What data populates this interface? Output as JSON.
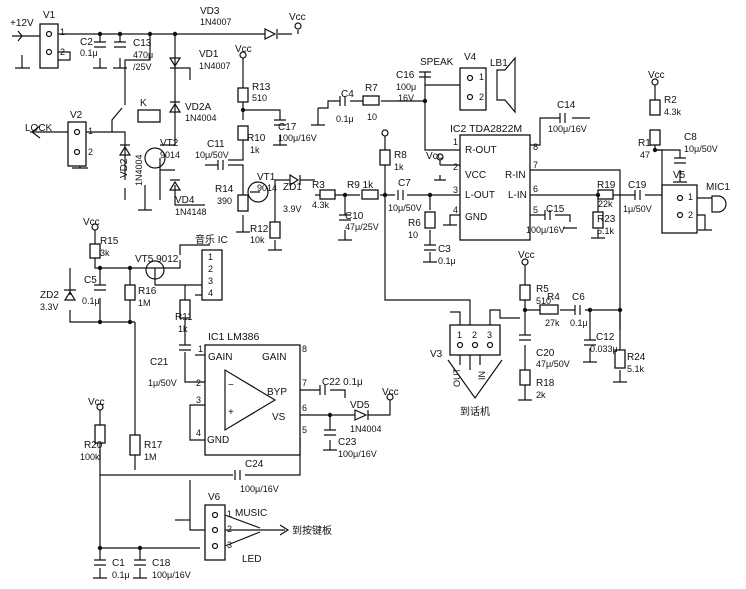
{
  "labels": {
    "plus12v": "+12V",
    "lock": "LOCK",
    "vcc": "Vcc",
    "speak": "SPEAK",
    "music": "MUSIC",
    "led": "LED",
    "to_keyboard": "到按键板",
    "to_handset": "到话机",
    "music_ic": "音乐 IC",
    "out": "OUT",
    "in": "IN",
    "mic": "MIC1",
    "lb": "LB1",
    "relay_k": "K"
  },
  "components": {
    "V1": "V1",
    "V2": "V2",
    "V3": "V3",
    "V4": "V4",
    "V5": "V5",
    "V6": "V6",
    "VD3": "VD3",
    "VD3_val": "1N4007",
    "VD1": "VD1",
    "VD1_val": "1N4007",
    "VD2A": "VD2A",
    "VD2A_val": "1N4004",
    "VD2": "VD2",
    "VD2_val": "1N4004",
    "VD4": "VD4",
    "VD4_val": "1N4148",
    "VD5": "VD5",
    "VD5_val": "1N4004",
    "ZD1": "ZD1",
    "ZD1_val": "3.9V",
    "ZD2": "ZD2",
    "ZD2_val": "3.3V",
    "VT1": "VT1",
    "VT1_val": "9014",
    "VT2": "VT2",
    "VT2_val": "9014",
    "VT5": "VT5 9012",
    "IC1": "IC1 LM386",
    "IC2": "IC2 TDA2822M",
    "C2": "C2",
    "C2_val": "0.1μ",
    "C13": "C13",
    "C13_val": "470μ",
    "C13_val2": "/25V",
    "R13": "R13",
    "R13_val": "510",
    "R10": "R10",
    "R10_val": "1k",
    "C17": "C17",
    "C17_val": "100μ/16V",
    "C11": "C11",
    "C11_val": "10μ/50V",
    "R14": "R14",
    "R14_val": "390",
    "R12": "R12",
    "R12_val": "10k",
    "R3": "R3",
    "R3_val": "4.3k",
    "C10": "C10",
    "C10_val": "47μ/25V",
    "R9": "R9 1k",
    "C7": "C7",
    "C7_val": "10μ/50V",
    "R8": "R8",
    "R8_val": "1k",
    "R6": "R6",
    "R6_val": "10",
    "C3": "C3",
    "C3_val": "0.1μ",
    "C4": "C4",
    "C4_val": "0.1μ",
    "R7": "R7",
    "R7_val": "10",
    "C16": "C16",
    "C16_val": "100μ",
    "C16_val2": "16V",
    "C14": "C14",
    "C14_val": "100μ/16V",
    "C15": "C15",
    "C15_val": "100μ/16V",
    "R19": "R19",
    "R19_val": "22k",
    "R23": "R23",
    "R23_val": "5.1k",
    "C19": "C19",
    "C19_val": "1μ/50V",
    "R2": "R2",
    "R2_val": "4.3k",
    "R1": "R1",
    "R1_val": "47",
    "C8": "C8",
    "C8_val": "10μ/50V",
    "R5": "R5",
    "R5_val": "510",
    "R4": "R4",
    "R4_val": "27k",
    "C6": "C6",
    "C6_val": "0.1μ",
    "C12": "C12",
    "C12_val": "0.033μ",
    "R24": "R24",
    "R24_val": "5.1k",
    "C20": "C20",
    "C20_val": "47μ/50V",
    "R18": "R18",
    "R18_val": "2k",
    "R15": "R15",
    "R15_val": "3k",
    "C5": "C5",
    "C5_val": "0.1μ",
    "R16": "R16",
    "R16_val": "1M",
    "R11": "R11",
    "R11_val": "1k",
    "C21": "C21",
    "C21_val": "1μ/50V",
    "C22": "C22 0.1μ",
    "C23": "C23",
    "C23_val": "100μ/16V",
    "R20": "R20",
    "R20_val": "100k",
    "R17": "R17",
    "R17_val": "1M",
    "C24": "C24",
    "C24_val": "100μ/16V",
    "C1": "C1",
    "C1_val": "0.1μ",
    "C18": "C18",
    "C18_val": "100μ/16V"
  },
  "pins": {
    "ic2_rout": "R-OUT",
    "ic2_vcc": "VCC",
    "ic2_lout": "L-OUT",
    "ic2_gnd": "GND",
    "ic2_rin": "R-IN",
    "ic2_lin": "L-IN",
    "ic1_gain_l": "GAIN",
    "ic1_gain_r": "GAIN",
    "ic1_byp": "BYP",
    "ic1_vs": "VS",
    "ic1_gnd": "GND",
    "n1": "1",
    "n2": "2",
    "n3": "3",
    "n4": "4",
    "n5": "5",
    "n6": "6",
    "n7": "7",
    "n8": "8",
    "minus": "−",
    "plus": "+"
  }
}
